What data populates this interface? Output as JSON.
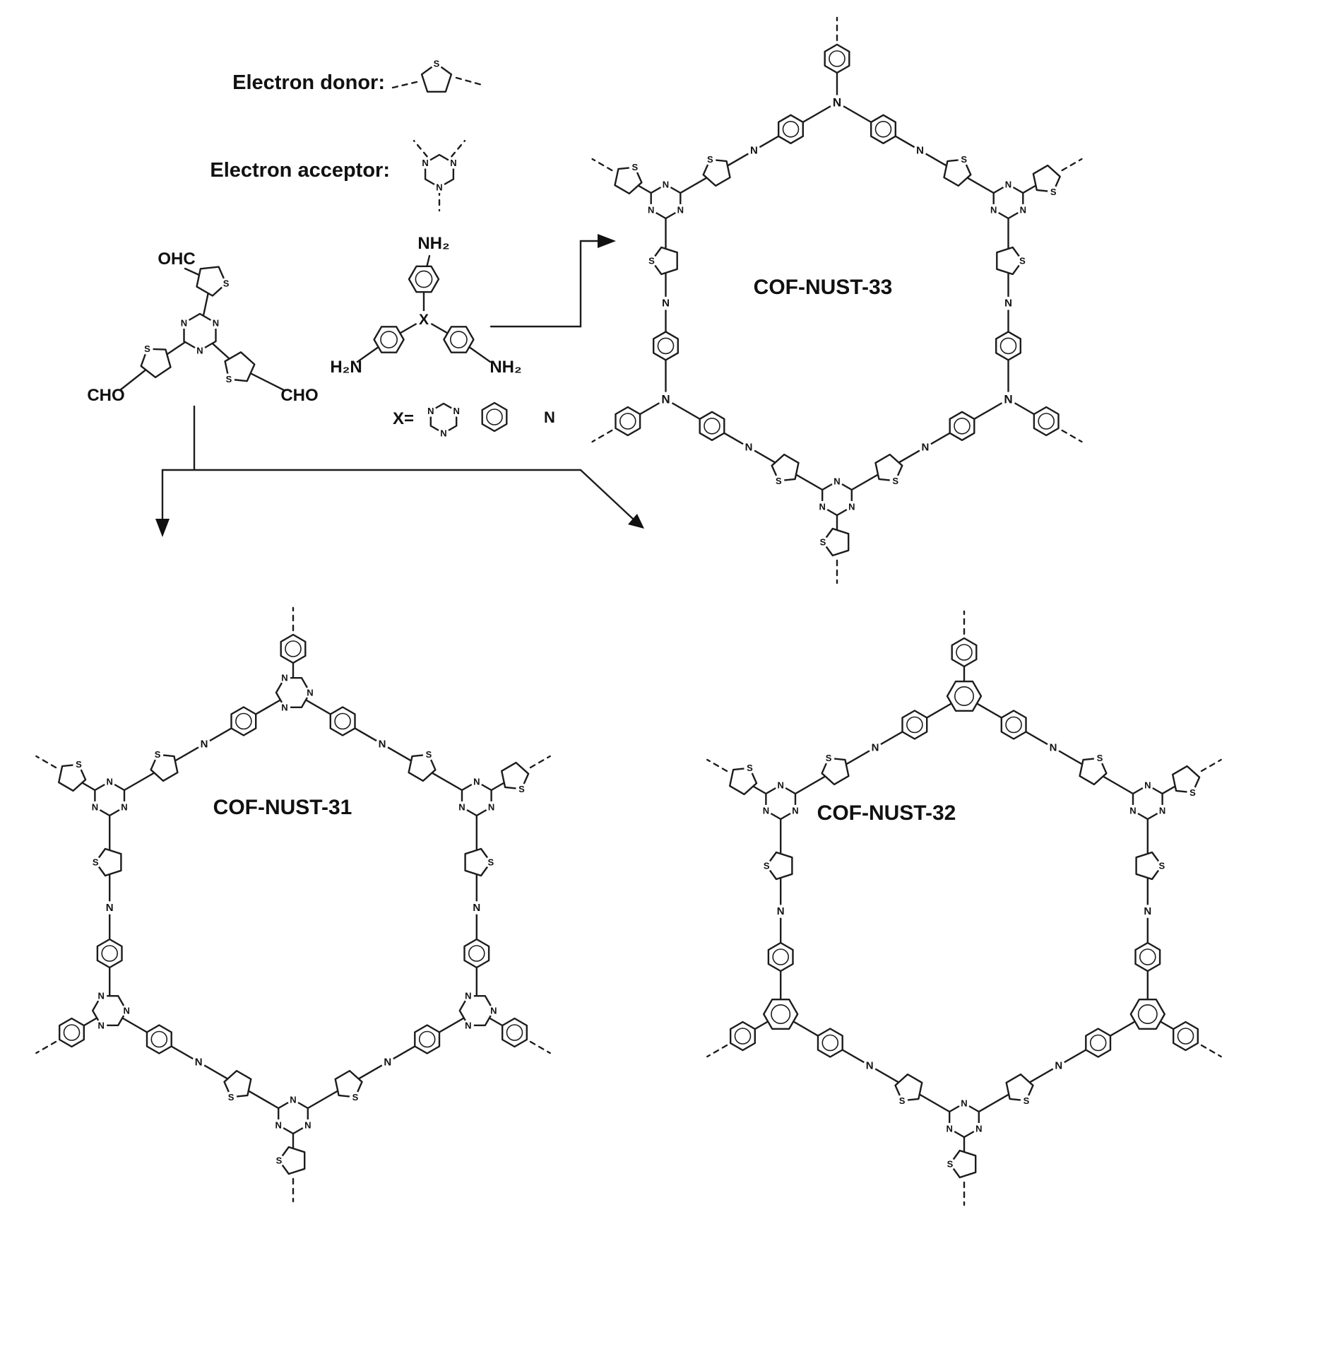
{
  "atoms": {
    "S": "S",
    "N": "N"
  },
  "legend": {
    "donor_label": "Electron donor:",
    "acceptor_label": "Electron acceptor:"
  },
  "reactants": {
    "aldehyde": {
      "ohc": "OHC",
      "cho_left": "CHO",
      "cho_right": "CHO"
    },
    "amine": {
      "nh2_top": "NH₂",
      "h2n_left": "H₂N",
      "nh2_right": "NH₂",
      "x_center": "X",
      "x_equals": "X=",
      "n_option": "N"
    }
  },
  "products": {
    "cof33": "COF-NUST-33",
    "cof31": "COF-NUST-31",
    "cof32": "COF-NUST-32"
  },
  "style": {
    "bond_color": "#1c1c1c",
    "background": "#ffffff"
  }
}
